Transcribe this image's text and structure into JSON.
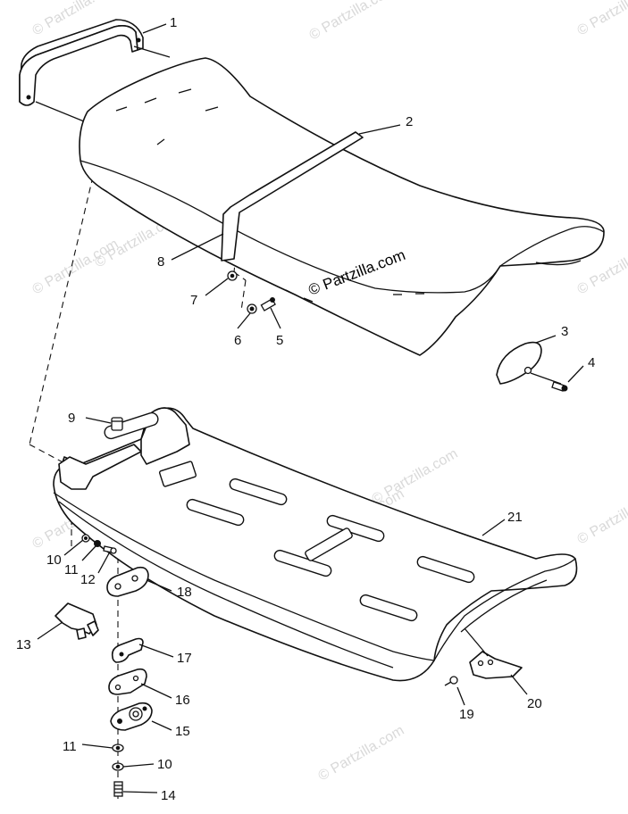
{
  "watermarks": {
    "main": "© Partzilla.com",
    "tiled": "© Partzilla.com"
  },
  "callouts": {
    "c1": "1",
    "c2": "2",
    "c3": "3",
    "c4": "4",
    "c5": "5",
    "c6": "6",
    "c7": "7",
    "c8": "8",
    "c9": "9",
    "c10a": "10",
    "c10b": "10",
    "c11a": "11",
    "c11b": "11",
    "c12": "12",
    "c13": "13",
    "c14": "14",
    "c15": "15",
    "c16": "16",
    "c17": "17",
    "c18": "18",
    "c19": "19",
    "c20": "20",
    "c21": "21"
  },
  "colors": {
    "line": "#111111",
    "watermark_faint": "#d9d9d9",
    "background": "#ffffff"
  }
}
